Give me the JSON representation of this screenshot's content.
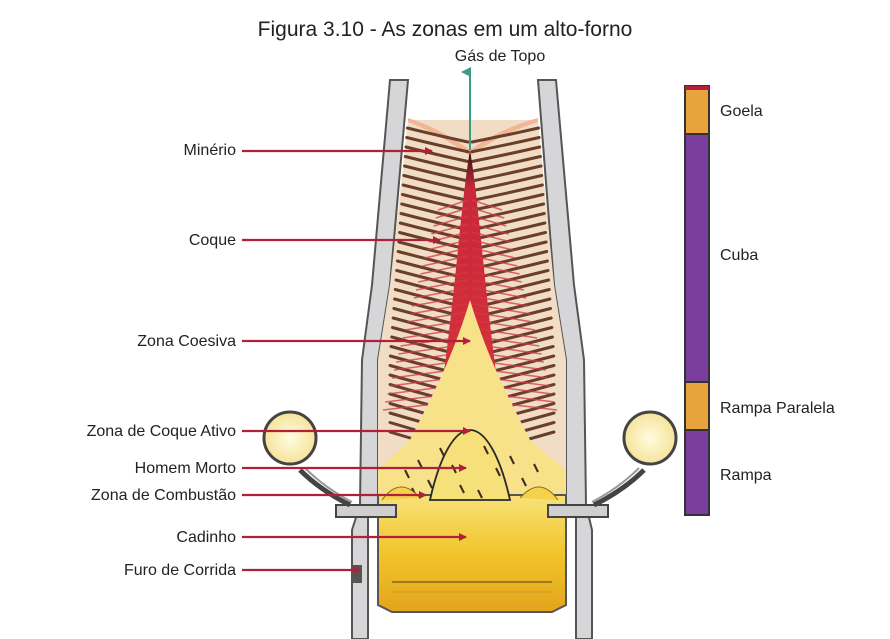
{
  "figure": {
    "title": "Figura 3.10 - As zonas em um alto-forno",
    "top_gas_label": "Gás de Topo"
  },
  "labels": [
    {
      "id": "minerio",
      "text": "Minério"
    },
    {
      "id": "coque",
      "text": "Coque"
    },
    {
      "id": "zona-coesiva",
      "text": "Zona Coesiva"
    },
    {
      "id": "zona-coque-ativo",
      "text": "Zona de Coque Ativo"
    },
    {
      "id": "homem-morto",
      "text": "Homem Morto"
    },
    {
      "id": "zona-combustao",
      "text": "Zona de Combustão"
    },
    {
      "id": "cadinho",
      "text": "Cadinho"
    },
    {
      "id": "furo-corrida",
      "text": "Furo de Corrida"
    }
  ],
  "zones": [
    {
      "id": "goela",
      "text": "Goela",
      "color": "#e8a33a"
    },
    {
      "id": "cuba",
      "text": "Cuba",
      "color": "#7a3f9e"
    },
    {
      "id": "rampa-paralela",
      "text": "Rampa Paralela",
      "color": "#e8a33a"
    },
    {
      "id": "rampa",
      "text": "Rampa",
      "color": "#7a3f9e"
    }
  ],
  "colors": {
    "arrow": "#b0203a",
    "wall": "#d4d4d6",
    "burden": "#a46e4c",
    "yellow": "#f2d230",
    "red_core": "#c8283a",
    "gas_arrow": "#3c9c88"
  }
}
